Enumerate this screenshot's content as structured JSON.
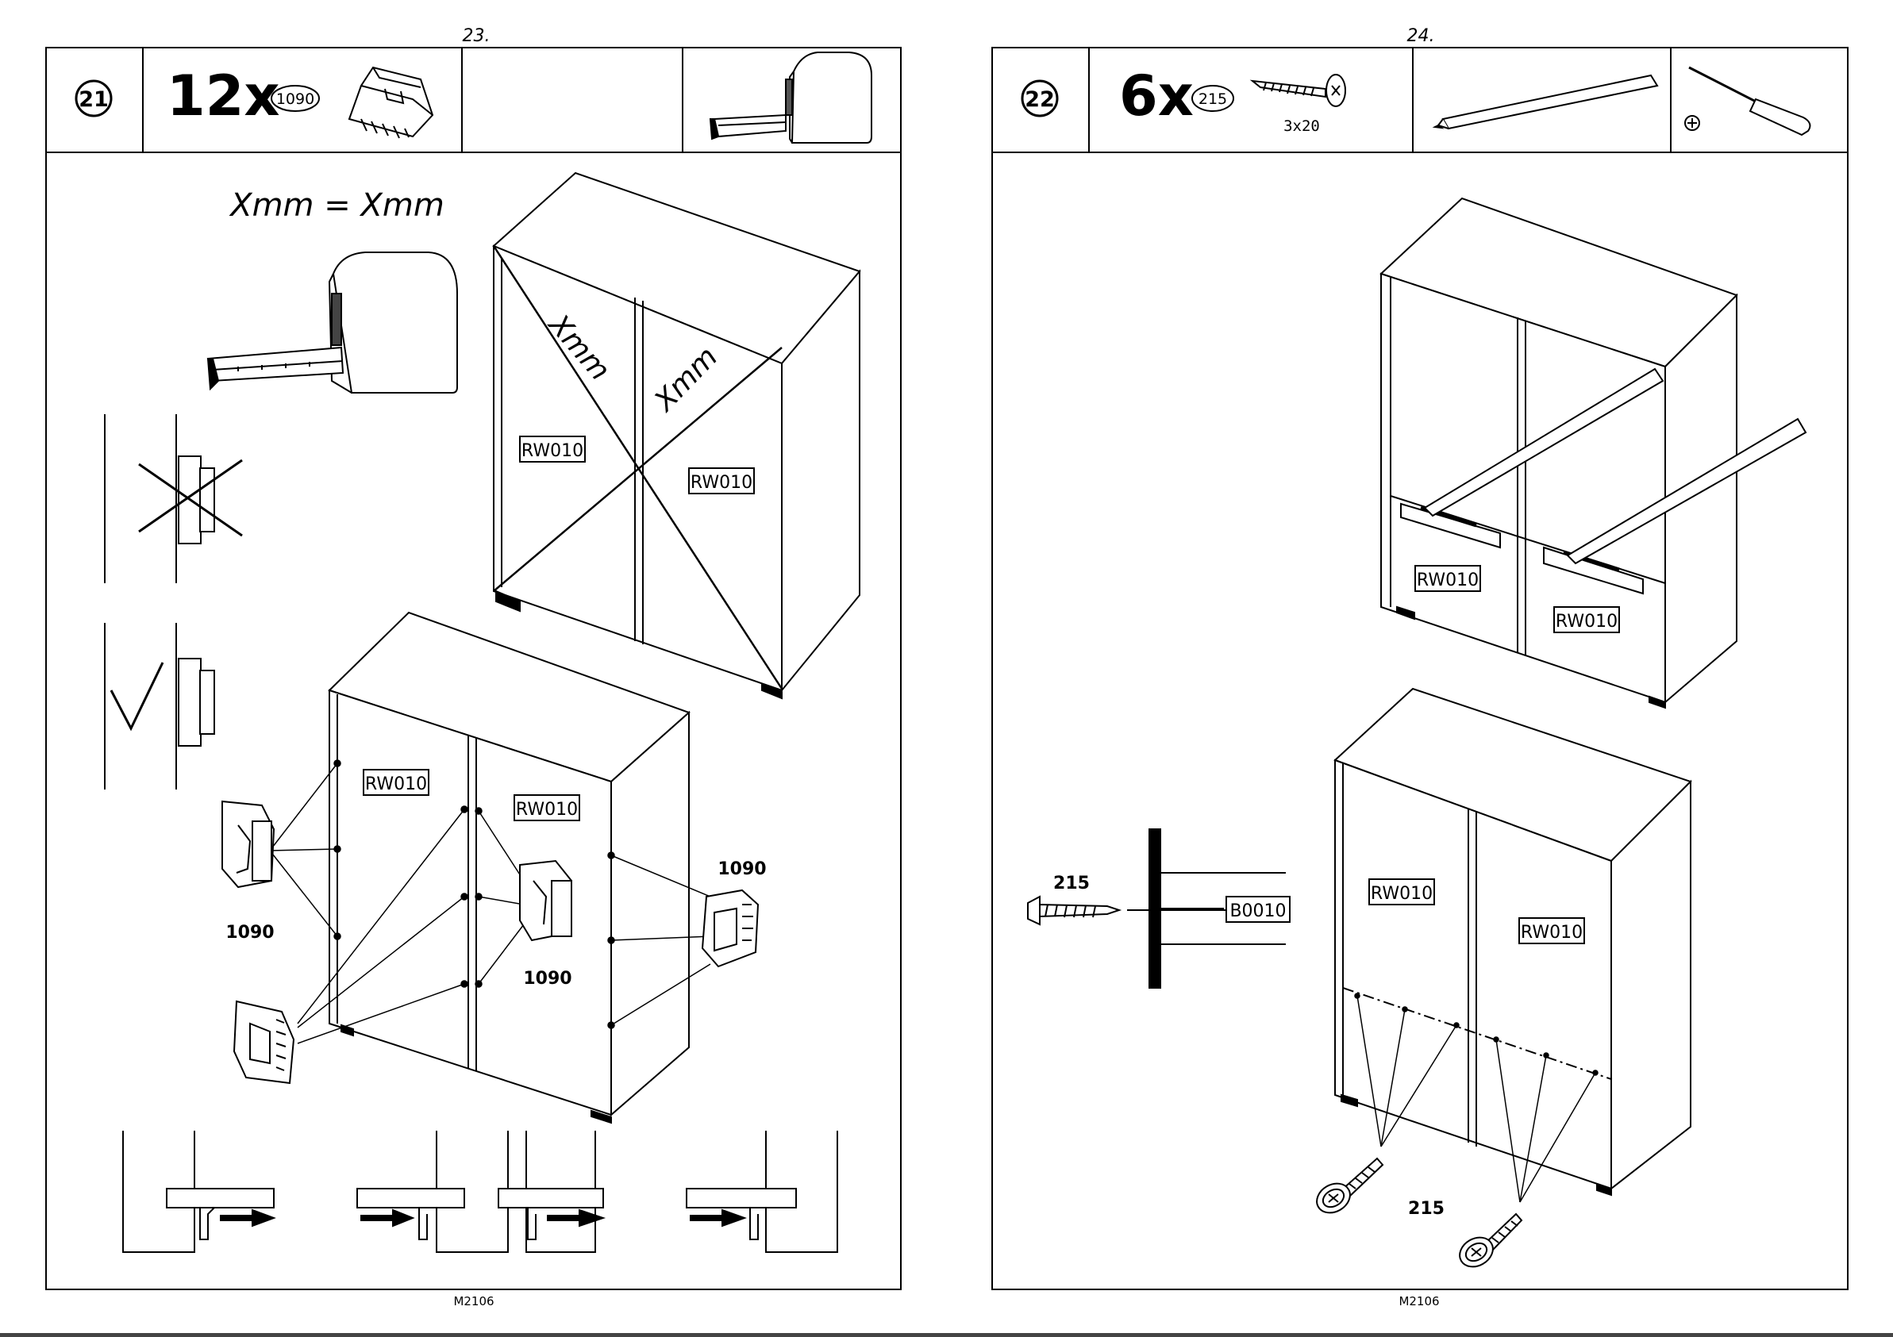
{
  "pages": [
    {
      "page_number": "23.",
      "footer": "M2106",
      "step": {
        "number": "21",
        "quantity": "12x",
        "part_id": "1090"
      },
      "measure_text": "Xmm  =  Xmm",
      "diagonal_labels": [
        "Xmm",
        "Xmm"
      ],
      "door_labels": [
        "RW010",
        "RW010",
        "RW010",
        "RW010"
      ],
      "part_callouts": [
        "1090",
        "1090",
        "1090"
      ]
    },
    {
      "page_number": "24.",
      "footer": "M2106",
      "step": {
        "number": "22",
        "quantity": "6x",
        "part_id": "215",
        "part_size": "3x20"
      },
      "door_labels": [
        "RW010",
        "RW010",
        "RW010",
        "RW010"
      ],
      "detail": {
        "part_id": "215",
        "panel_label": "B0010"
      },
      "bottom_callout": "215"
    }
  ]
}
